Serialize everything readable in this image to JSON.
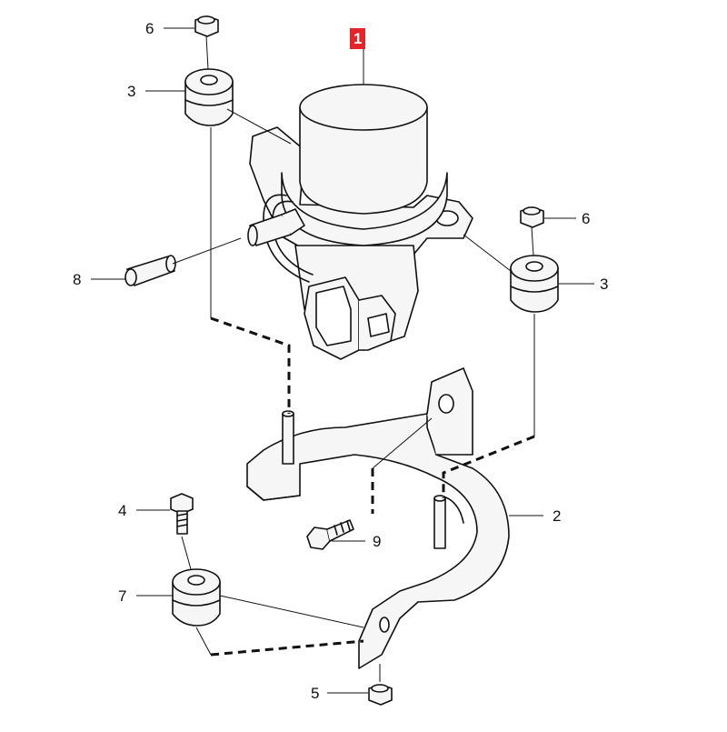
{
  "diagram": {
    "callouts": {
      "part_1": "1",
      "part_2": "2",
      "part_3_left": "3",
      "part_3_right": "3",
      "part_4": "4",
      "part_5": "5",
      "part_6_left": "6",
      "part_6_right": "6",
      "part_7": "7",
      "part_8": "8",
      "part_9": "9"
    },
    "colors": {
      "line": "#111111",
      "highlight": "#e3242b",
      "fill": "#f4f4f4"
    }
  }
}
